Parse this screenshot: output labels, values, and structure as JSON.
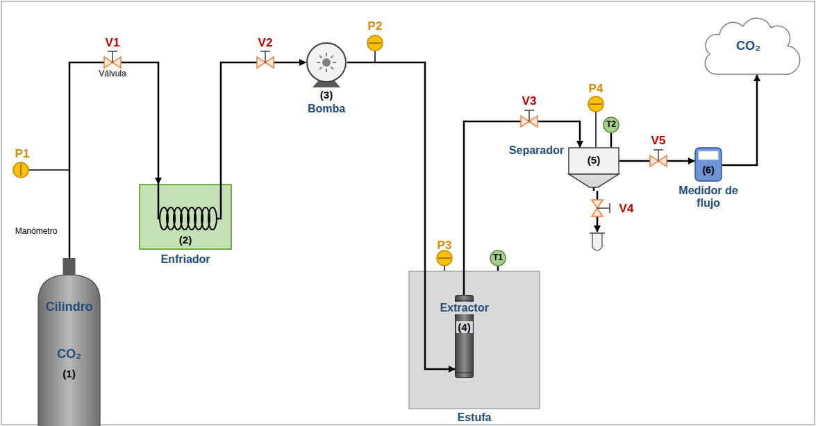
{
  "diagram": {
    "nodes": [
      {
        "text": [
          "Cilindro",
          "CO₂",
          "(1)"
        ]
      },
      {
        "text": [
          "(2)",
          "Enfriador"
        ]
      },
      {
        "text": [
          "(3)",
          "Bomba"
        ]
      },
      {
        "text": [
          "Estufa"
        ]
      },
      {
        "text": [
          "Extractor",
          "(4)"
        ],
        "in": 3
      },
      {
        "text": [
          "T1"
        ]
      },
      {
        "text": [
          "Separador",
          "(5)"
        ]
      },
      {
        "text": [
          "T2"
        ]
      },
      {
        "text": [
          "(6)",
          "Medidor de flujo"
        ]
      },
      {
        "text": [
          "CO₂"
        ]
      }
    ],
    "edges": [
      {
        "from": 0,
        "to": 1,
        "arrow": "to"
      },
      {
        "from": 1,
        "to": 2,
        "arrow": "to"
      },
      {
        "from": 2,
        "to": 4,
        "arrow": "to"
      },
      {
        "from": 4,
        "to": 6,
        "arrow": "to"
      },
      {
        "from": 5,
        "to": 3,
        "arrow": "none"
      },
      {
        "from": 7,
        "to": 6,
        "arrow": "none"
      },
      {
        "from": 6,
        "to": 8,
        "arrow": "to"
      },
      {
        "from": 8,
        "to": 9,
        "arrow": "to"
      }
    ],
    "labels": [
      "P1",
      "Manómetro",
      "V1",
      "Válvula",
      "V2",
      "P2",
      "P3",
      "V3",
      "P4",
      "V4",
      "V5"
    ]
  }
}
